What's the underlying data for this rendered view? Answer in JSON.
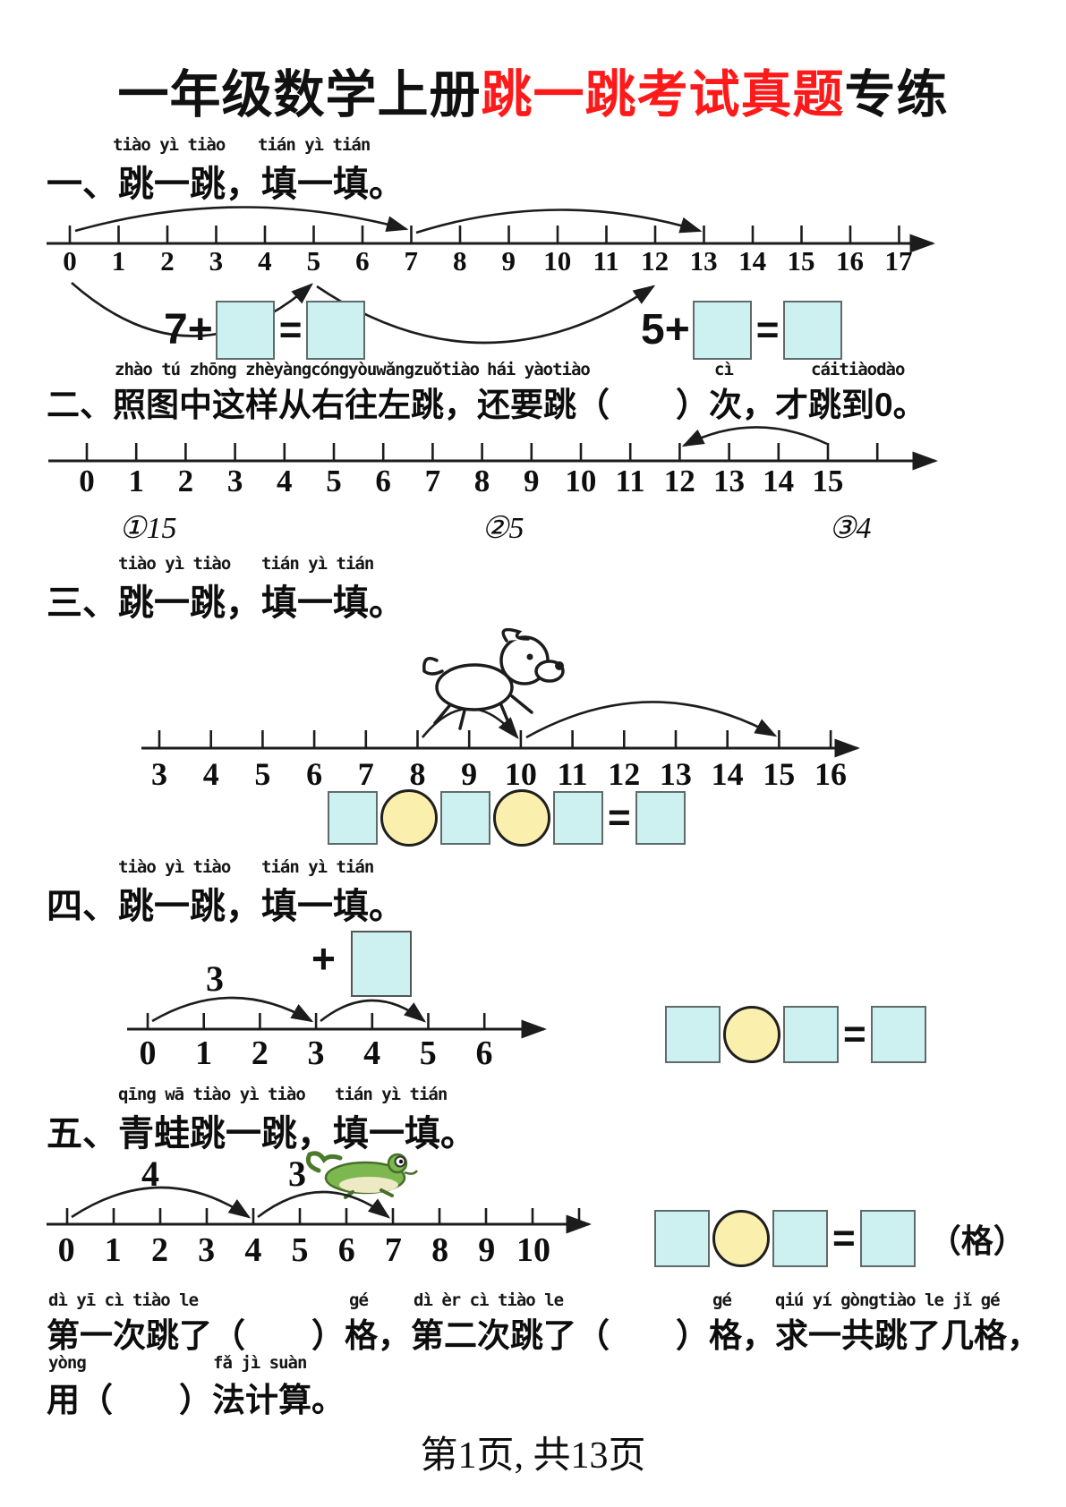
{
  "title": {
    "prefix": "一年级数学上册",
    "highlight": "跳一跳考试真题",
    "suffix": "专练"
  },
  "colors": {
    "accent_red": "#fe1a1a",
    "box_fill": "#cdf0f1",
    "box_border": "#5f6b6b",
    "circle_fill": "#faefad",
    "circle_border": "#1f1f1f"
  },
  "s1": {
    "pinyin": [
      "tiào yì tiào",
      "tián yì tián"
    ],
    "heading": "一、跳一跳，填一填。",
    "tick_labels": [
      "0",
      "1",
      "2",
      "3",
      "4",
      "5",
      "6",
      "7",
      "8",
      "9",
      "10",
      "11",
      "12",
      "13",
      "14",
      "15",
      "16",
      "17"
    ],
    "jumps_above": [
      [
        0,
        7
      ],
      [
        7,
        13
      ]
    ],
    "jumps_below": [
      [
        0,
        5
      ],
      [
        5,
        12
      ]
    ],
    "eq_left_prefix": "7+",
    "eq_right_prefix": "5+",
    "equals": "="
  },
  "s2": {
    "pinyin": [
      "zhào tú zhōng zhèyàngcóngyòuwǎngzuǒtiào",
      "hái yàotiào",
      "cì",
      "cáitiàodào"
    ],
    "heading": "二、照图中这样从右往左跳，还要跳（　　）次，才跳到0。",
    "tick_labels": [
      "0",
      "1",
      "2",
      "3",
      "4",
      "5",
      "6",
      "7",
      "8",
      "9",
      "10",
      "11",
      "12",
      "13",
      "14",
      "15"
    ],
    "jump_back": [
      15,
      12
    ],
    "answers": [
      "①15",
      "②5",
      "③4"
    ]
  },
  "s3": {
    "pinyin": [
      "tiào yì tiào",
      "tián yì tián"
    ],
    "heading": "三、跳一跳，填一填。",
    "tick_labels": [
      "3",
      "4",
      "5",
      "6",
      "7",
      "8",
      "9",
      "10",
      "11",
      "12",
      "13",
      "14",
      "15",
      "16"
    ],
    "jumps": [
      [
        8,
        10
      ],
      [
        10,
        15
      ]
    ],
    "equals": "="
  },
  "s4": {
    "pinyin": [
      "tiào yì tiào",
      "tián yì tián"
    ],
    "heading": "四、跳一跳，填一填。",
    "arc1_label": "3",
    "plus_sign": "+",
    "tick_labels": [
      "0",
      "1",
      "2",
      "3",
      "4",
      "5",
      "6"
    ],
    "jumps": [
      [
        0,
        3
      ],
      [
        3,
        5
      ]
    ],
    "equals": "="
  },
  "s5": {
    "pinyin": [
      "qīng wā tiào yì tiào",
      "tián yì tián"
    ],
    "heading": "五、青蛙跳一跳，填一填。",
    "arc1_label": "4",
    "arc2_label": "3",
    "tick_labels": [
      "0",
      "1",
      "2",
      "3",
      "4",
      "5",
      "6",
      "7",
      "8",
      "9",
      "10"
    ],
    "jumps": [
      [
        0,
        4
      ],
      [
        4,
        7
      ]
    ],
    "equals": "=",
    "unit": "（格）"
  },
  "bottom": {
    "pinyin1": [
      "dì yī cì tiào le",
      "gé",
      "dì èr cì tiào le",
      "gé",
      "qiú yí gòngtiào le jǐ gé"
    ],
    "line1": "第一次跳了（　　）格，第二次跳了（　　）格，求一共跳了几格，",
    "pinyin2": [
      "yòng",
      "fǎ jì suàn"
    ],
    "line2": "用（　　）法计算。"
  },
  "footer": "第1页, 共13页"
}
